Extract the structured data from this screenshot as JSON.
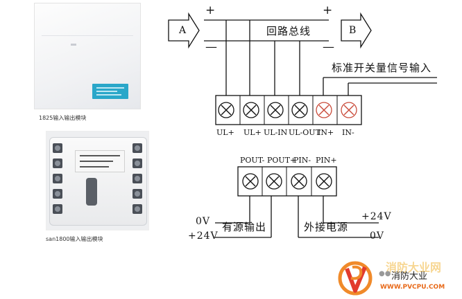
{
  "photos": {
    "module_1825": {
      "caption": "1825输入输出模块"
    },
    "module_1800": {
      "caption": "san1800输入输出模块"
    }
  },
  "bus": {
    "label": "回路总线",
    "in_arrow": "A",
    "out_arrow": "B",
    "plus_left": "+",
    "minus_left": "—",
    "plus_right": "+",
    "minus_right": "—"
  },
  "signal_label": "标准开关量信号输入",
  "terminals_top": [
    "UL+",
    "UL+",
    "UL-IN",
    "UL-OUT",
    "IN+",
    "IN-"
  ],
  "terminals_bottom": [
    "POUT-",
    "POUT+",
    "PIN-",
    "PIN+"
  ],
  "bottom_left": {
    "v0": "0V",
    "v24": "+24V",
    "label": "有源输出"
  },
  "bottom_right": {
    "v24": "+24V",
    "v0": "0V",
    "label": "外接电源"
  },
  "watermark": {
    "brand": "消防大业",
    "site": "WWW.PVCPU.COM",
    "big": "消防大业网"
  },
  "colors": {
    "terminal_gray": "#3b3b3b",
    "terminal_red": "#c94b3a",
    "orange_ring": "#f08a2a",
    "line": "#111111"
  }
}
